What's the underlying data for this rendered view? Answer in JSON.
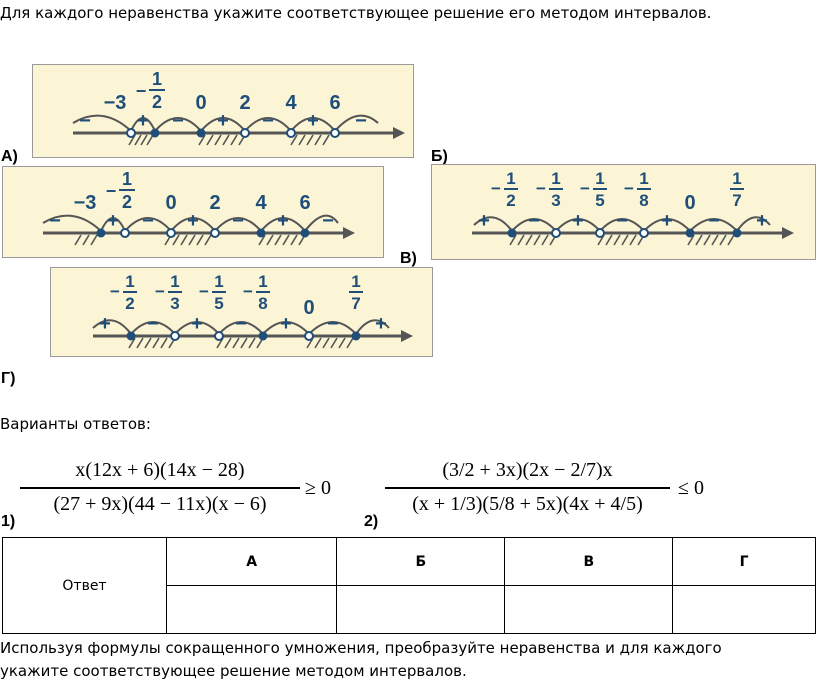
{
  "task_intro": "Для каждого неравенства укажите соответствующее решение его методом интервалов.",
  "panel_labels": {
    "a": "А)",
    "b": "Б)",
    "v": "В)",
    "g": "Г)"
  },
  "panels": {
    "a": {
      "points": [
        "−3",
        "−1/2",
        "0",
        "2",
        "4",
        "6"
      ],
      "signs": [
        "−",
        "+",
        "−",
        "+",
        "−",
        "+",
        "−"
      ]
    },
    "b": {
      "points": [
        "−3",
        "−1/2",
        "0",
        "2",
        "4",
        "6"
      ],
      "signs": [
        "−",
        "+",
        "−",
        "+",
        "−",
        "+",
        "−"
      ]
    },
    "v": {
      "points": [
        "−1/2",
        "−1/3",
        "−1/5",
        "−1/8",
        "0",
        "1/7"
      ],
      "signs": [
        "+",
        "−",
        "+",
        "−",
        "+",
        "−",
        "+"
      ]
    },
    "g": {
      "points": [
        "−1/2",
        "−1/3",
        "−1/5",
        "−1/8",
        "0",
        "1/7"
      ],
      "signs": [
        "+",
        "−",
        "+",
        "−",
        "+",
        "−",
        "+"
      ]
    }
  },
  "answers_heading": "Варианты ответов:",
  "formulas": {
    "f1": {
      "label": "1)",
      "numerator": "x(12x + 6)(14x − 28)",
      "denominator": "(27 + 9x)(44 − 11x)(x − 6)",
      "relation": "≥ 0"
    },
    "f2": {
      "label": "2)",
      "numerator": "(3/2 + 3x)(2x − 2/7)x",
      "denominator": "(x + 1/3)(5/8 + 5x)(4x + 4/5)",
      "relation": "≤ 0"
    }
  },
  "answer_table": {
    "row_label": "Ответ",
    "columns": [
      "А",
      "Б",
      "В",
      "Г"
    ]
  },
  "task_footer_line1": "Используя формулы сокращенного умножения, преобразуйте неравенства и для каждого",
  "task_footer_line2": "укажите соответствующее решение методом интервалов."
}
